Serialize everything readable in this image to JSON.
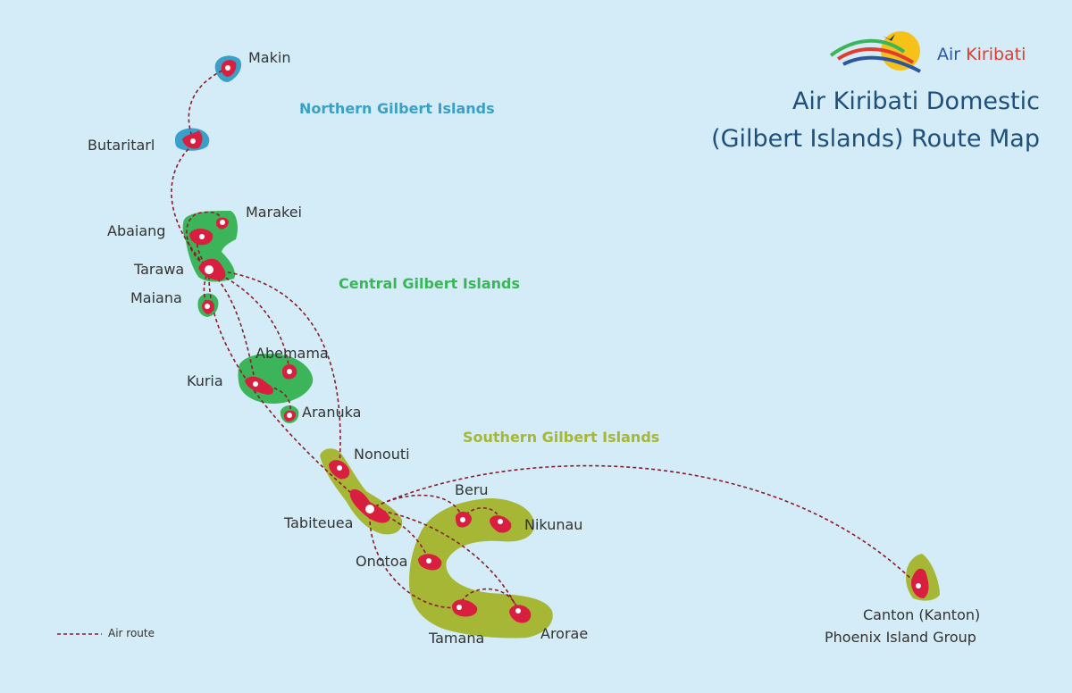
{
  "brand": {
    "name_part1": "Air",
    "name_part2": "Kiribati",
    "color_part1": "#2c56a0",
    "color_part2": "#e23b2f"
  },
  "title": {
    "line1": "Air Kiribati Domestic",
    "line2": "(Gilbert Islands) Route Map"
  },
  "regions": {
    "northern": {
      "label": "Northern Gilbert Islands",
      "color": "#3aa0c8"
    },
    "central": {
      "label": "Central Gilbert Islands",
      "color": "#3cb55a"
    },
    "southern": {
      "label": "Southern Gilbert Islands",
      "color": "#a6b736"
    }
  },
  "islands": {
    "makin": "Makin",
    "butaritari": "Butaritarl",
    "marakei": "Marakei",
    "abaiang": "Abaiang",
    "tarawa": "Tarawa",
    "maiana": "Maiana",
    "abemama": "Abemama",
    "kuria": "Kuria",
    "aranuka": "Aranuka",
    "nonouti": "Nonouti",
    "tabiteuea": "Tabiteuea",
    "beru": "Beru",
    "nikunau": "Nikunau",
    "onotoa": "Onotoa",
    "tamana": "Tamana",
    "arorae": "Arorae",
    "canton_line1": "Canton (Kanton)",
    "canton_line2": "Phoenix Island Group"
  },
  "legend": {
    "air_route": "Air route"
  },
  "colors": {
    "sea": "#d3ecf7",
    "island_fill": "#d81f3f",
    "route": "#8b1d2c",
    "label_text": "#333333"
  }
}
